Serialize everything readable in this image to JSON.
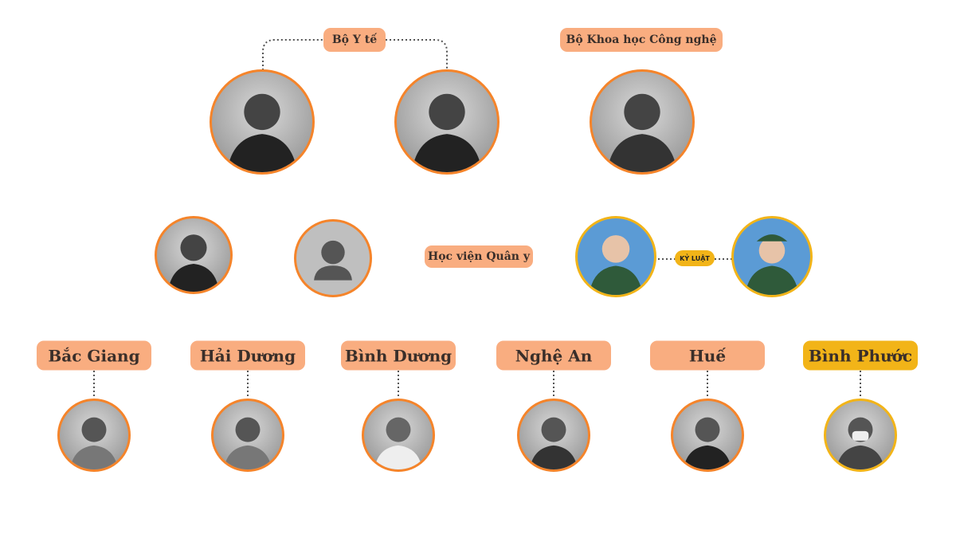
{
  "top": {
    "ministry_health": "Bộ Y tế",
    "ministry_science": "Bộ Khoa học Công nghệ"
  },
  "middle": {
    "academy": "Học viện Quân y",
    "discipline_tag": "KỶ LUẬT"
  },
  "provinces": [
    {
      "label": "Bắc Giang"
    },
    {
      "label": "Hải Dương"
    },
    {
      "label": "Bình Dương"
    },
    {
      "label": "Nghệ An"
    },
    {
      "label": "Huế"
    },
    {
      "label": "Bình Phước"
    }
  ],
  "colors": {
    "pill": "#f9ad80",
    "ring": "#f5842a",
    "highlight": "#f2b418"
  }
}
